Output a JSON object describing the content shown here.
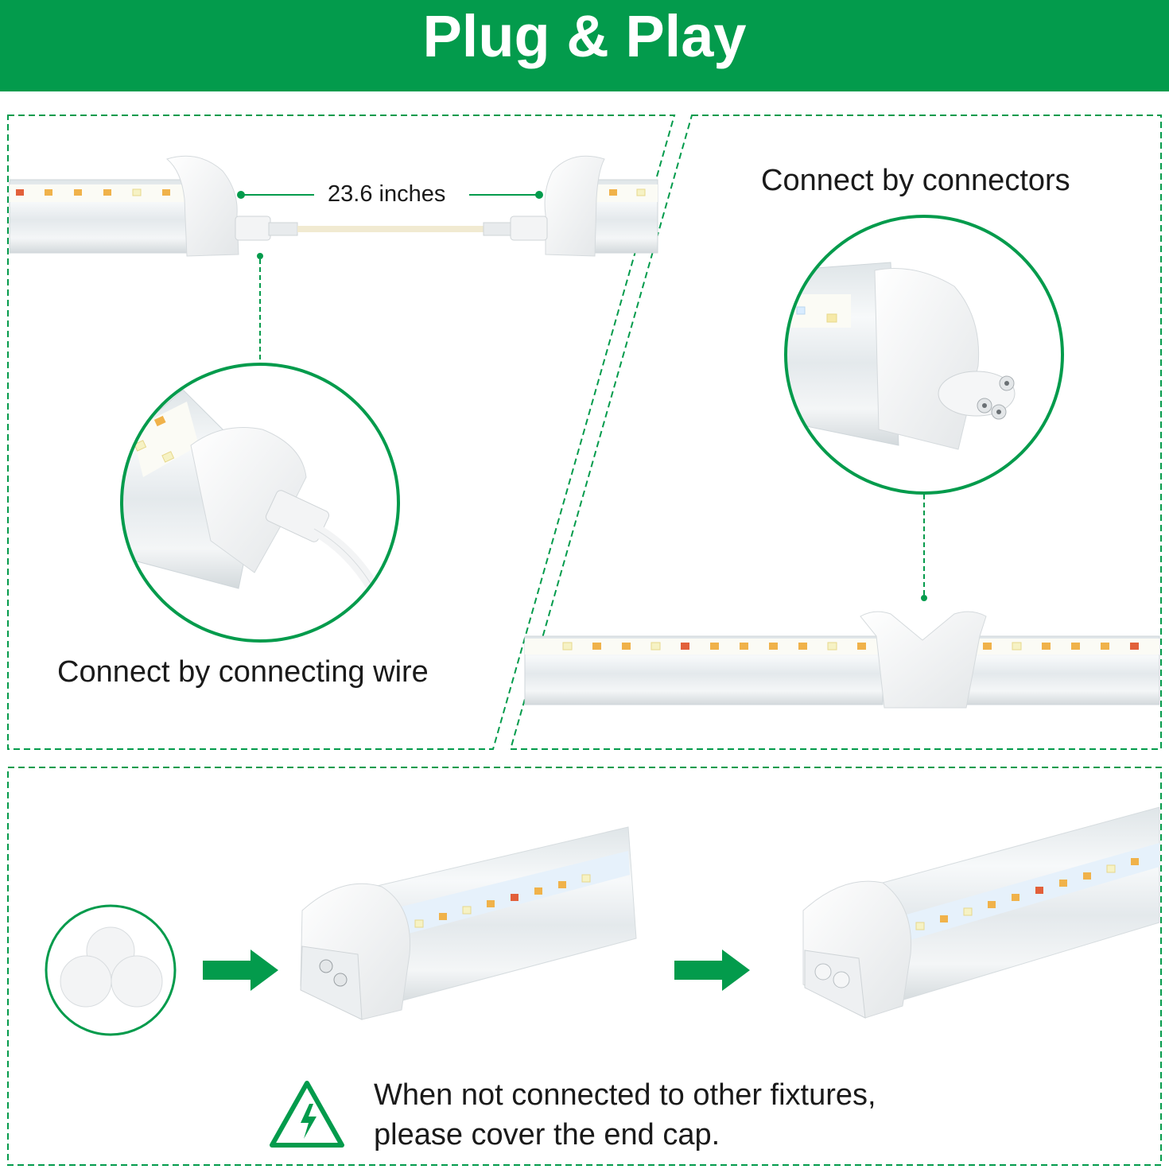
{
  "header": {
    "title": "Plug & Play"
  },
  "colors": {
    "brand_green": "#039b4c",
    "led_warm": "#f0b24a",
    "led_red": "#e2603a",
    "led_white": "#f6f2c4",
    "tube": "#e9edef",
    "cap": "#f3f4f5"
  },
  "panel_wire": {
    "distance_label": "23.6 inches",
    "caption": "Connect by connecting wire"
  },
  "panel_connector": {
    "caption": "Connect by connectors"
  },
  "panel_endcap": {
    "warning_line1": "When not connected to other fixtures,",
    "warning_line2": "please cover the end cap.",
    "icons": [
      "end-cap-icon",
      "arrow-right-icon",
      "high-voltage-warning-icon"
    ]
  }
}
